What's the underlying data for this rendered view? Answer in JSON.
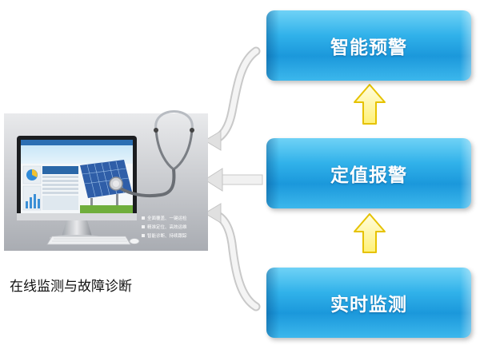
{
  "caption": "在线监测与故障诊断",
  "flow": {
    "top": "智能预警",
    "middle": "定值报警",
    "bottom": "实时监测"
  },
  "screen_features": [
    "全面覆盖、一键运检",
    "精准定位、高效运维",
    "智能诊断、持续跟踪"
  ],
  "colors": {
    "box_blue": "#2aaee8",
    "up_arrow_fill": "#fff59d",
    "up_arrow_stroke": "#e6c200",
    "connector_gray": "#e4e4e4"
  },
  "icons": [
    "monitor-icon",
    "stethoscope-icon",
    "keyboard-icon",
    "mouse-icon",
    "solar-panel-icon"
  ]
}
